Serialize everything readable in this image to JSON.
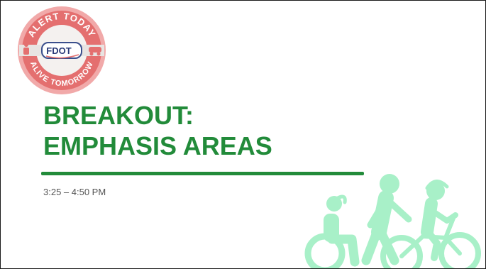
{
  "logo": {
    "top_text": "ALERT TODAY",
    "bottom_text": "ALIVE TOMORROW",
    "badge_text": "FDOT",
    "ring_color": "#e46f6f",
    "icon": "alert-today-alive-tomorrow-logo"
  },
  "slide": {
    "title_line1": "BREAKOUT:",
    "title_line2": "EMPHASIS AREAS",
    "time": "3:25 – 4:50 PM"
  },
  "colors": {
    "title": "#228b3a",
    "rule": "#228b3a",
    "figures": "#9ef0c0"
  },
  "illustration": {
    "icon": "pedestrian-wheelchair-cyclist-icon"
  }
}
